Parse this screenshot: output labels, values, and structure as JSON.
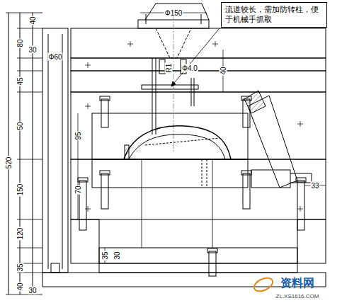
{
  "diagram": {
    "nodes": [
      {
        "text": [
          "流道较长，需加防转柱，便于机械手抓取"
        ]
      }
    ],
    "labels": [
      "80",
      "40",
      "30",
      "45",
      "50",
      "150",
      "120",
      "35",
      "40",
      "30",
      "520",
      "Φ60",
      "95",
      "70",
      "35",
      "30",
      "Φ150",
      "R1",
      "Φ4.0",
      "40",
      "33",
      "资料网",
      "ZL.XS1616.COM"
    ]
  }
}
